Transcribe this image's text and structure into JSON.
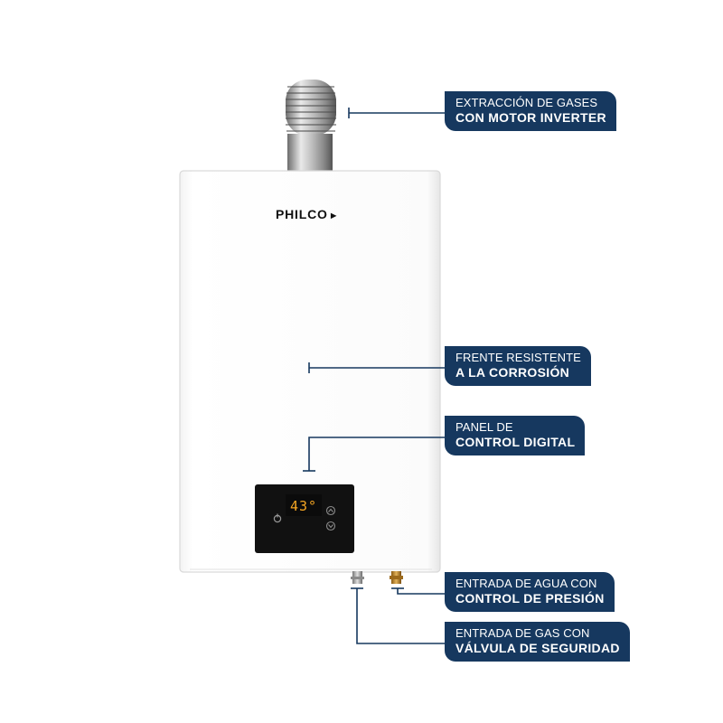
{
  "brand": {
    "name": "PHILCO"
  },
  "panel": {
    "temperature": "43°"
  },
  "callouts": [
    {
      "line1": "EXTRACCIÓN DE GASES",
      "line2": "CON MOTOR INVERTER"
    },
    {
      "line1": "FRENTE RESISTENTE",
      "line2": "A LA CORROSIÓN"
    },
    {
      "line1": "PANEL DE",
      "line2": "CONTROL DIGITAL"
    },
    {
      "line1": "ENTRADA DE AGUA CON",
      "line2": "CONTROL DE PRESIÓN"
    },
    {
      "line1": "ENTRADA DE GAS CON",
      "line2": "VÁLVULA DE SEGURIDAD"
    }
  ],
  "colors": {
    "label_bg": "#16385f",
    "display_digits": "#f5a623",
    "leader_line": "#16385f"
  },
  "icons": [
    "flue-pipe",
    "power-icon",
    "arrow-up-icon",
    "arrow-down-icon",
    "water-inlet",
    "gas-inlet"
  ]
}
